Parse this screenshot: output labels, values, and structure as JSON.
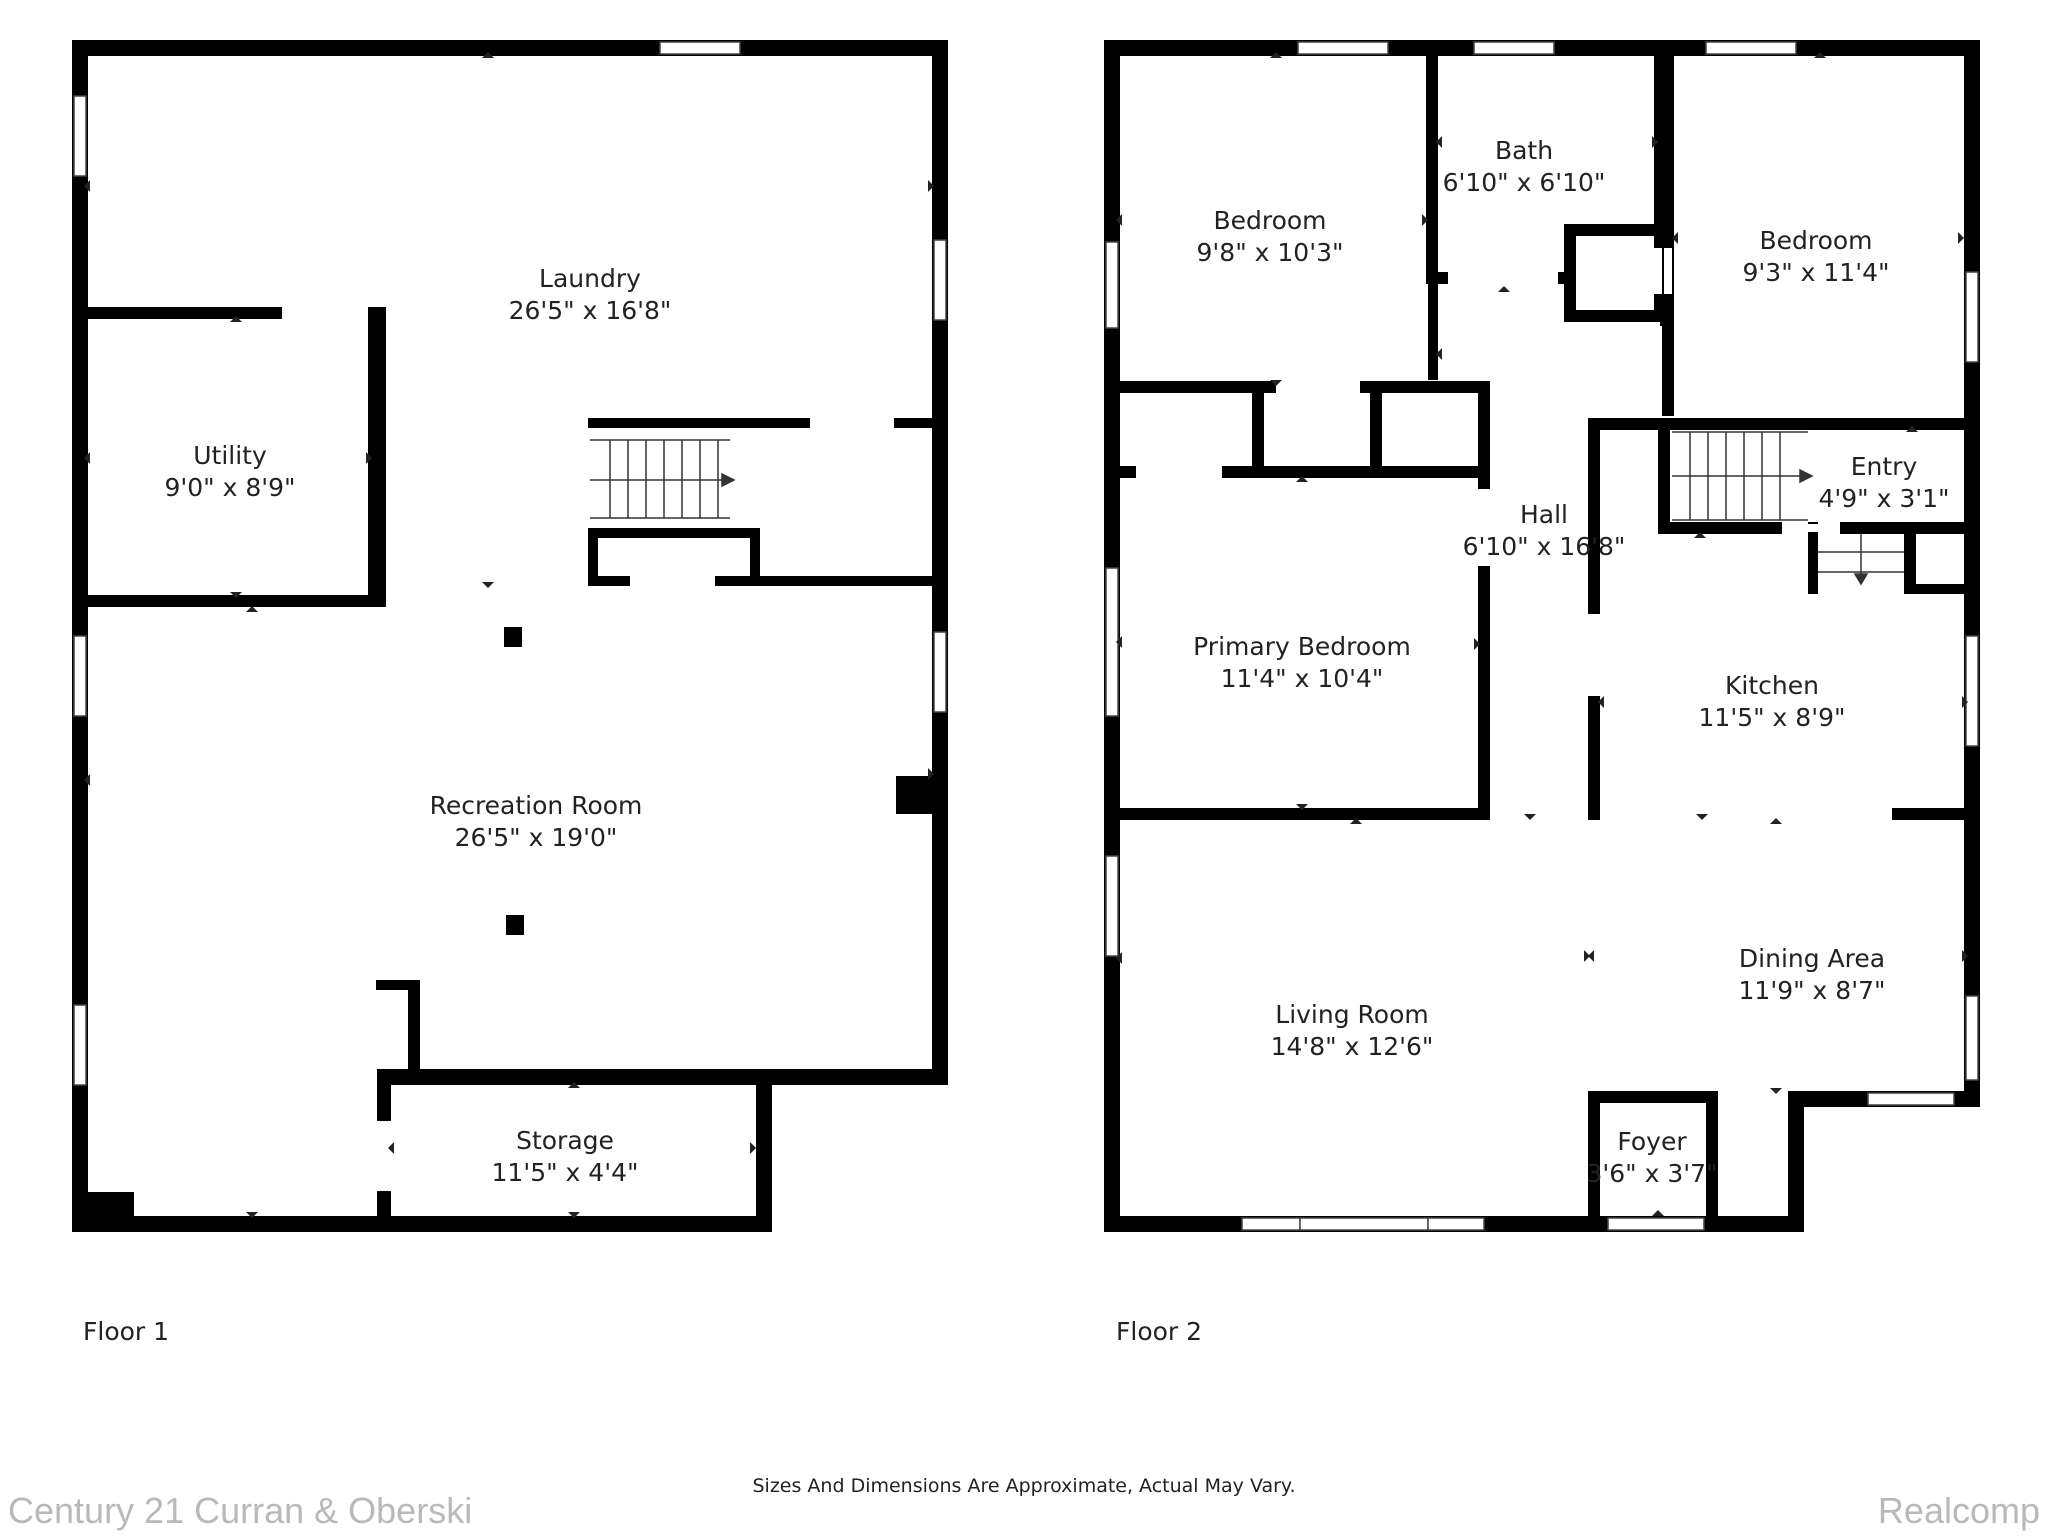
{
  "colors": {
    "wall": "#000000",
    "window": "#ffffff",
    "watermark": "#b9b9b9",
    "text": "#222222"
  },
  "floor1": {
    "label": "Floor 1",
    "rooms": {
      "laundry": {
        "name": "Laundry",
        "dims": "26'5\" x 16'8\""
      },
      "utility": {
        "name": "Utility",
        "dims": "9'0\" x 8'9\""
      },
      "recreation": {
        "name": "Recreation Room",
        "dims": "26'5\" x 19'0\""
      },
      "storage": {
        "name": "Storage",
        "dims": "11'5\" x 4'4\""
      }
    }
  },
  "floor2": {
    "label": "Floor 2",
    "rooms": {
      "bedroom_left": {
        "name": "Bedroom",
        "dims": "9'8\" x 10'3\""
      },
      "bath": {
        "name": "Bath",
        "dims": "6'10\" x 6'10\""
      },
      "bedroom_right": {
        "name": "Bedroom",
        "dims": "9'3\" x 11'4\""
      },
      "hall": {
        "name": "Hall",
        "dims": "6'10\" x 16'8\""
      },
      "entry": {
        "name": "Entry",
        "dims": "4'9\" x 3'1\""
      },
      "primary_bedroom": {
        "name": "Primary Bedroom",
        "dims": "11'4\" x 10'4\""
      },
      "kitchen": {
        "name": "Kitchen",
        "dims": "11'5\" x 8'9\""
      },
      "dining": {
        "name": "Dining Area",
        "dims": "11'9\" x 8'7\""
      },
      "living": {
        "name": "Living Room",
        "dims": "14'8\" x 12'6\""
      },
      "foyer": {
        "name": "Foyer",
        "dims": "3'6\" x 3'7\""
      }
    }
  },
  "footer": {
    "disclaimer": "Sizes And Dimensions Are Approximate, Actual May Vary.",
    "brand_left": "Century 21 Curran & Oberski",
    "brand_right": "Realcomp"
  }
}
